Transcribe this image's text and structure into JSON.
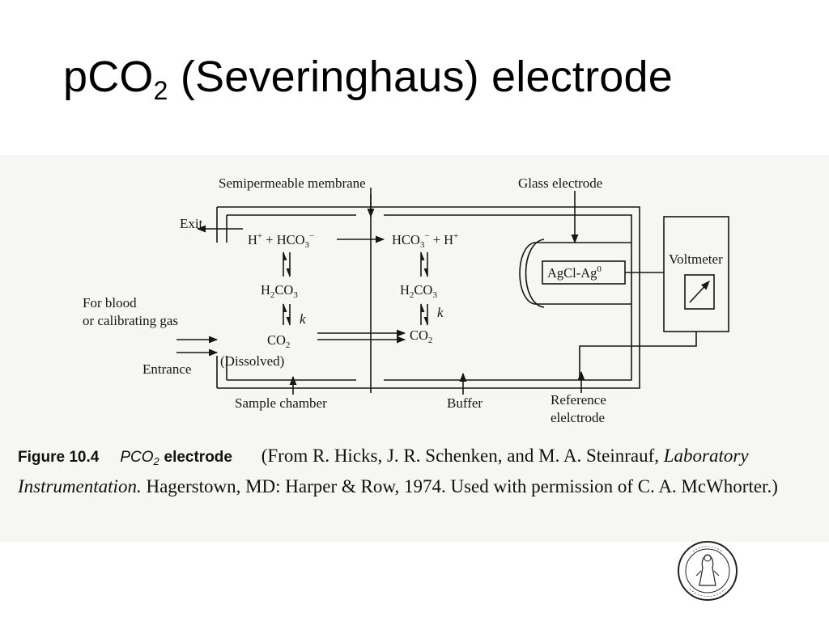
{
  "slide": {
    "title_main": "pCO",
    "title_sub": "2",
    "title_rest": " (Severinghaus) electrode"
  },
  "diagram": {
    "labels": {
      "semipermeable_membrane": "Semipermeable membrane",
      "glass_electrode": "Glass electrode",
      "exit": "Exit",
      "voltmeter": "Voltmeter",
      "agcl": "AgCl-Ag",
      "agcl_sup": "0",
      "for_blood": "For blood",
      "or_calibrating_gas": "or calibrating gas",
      "dissolved": "(Dissolved)",
      "entrance": "Entrance",
      "sample_chamber": "Sample chamber",
      "buffer": "Buffer",
      "reference": "Reference",
      "elelctrode": "elelctrode",
      "k1": "k",
      "k2": "k"
    },
    "chem": {
      "h": "H",
      "plus_sup": "+",
      "plus": " + ",
      "hco": "HCO",
      "hco_sub": "3",
      "hco_sup": "−",
      "h2": "H",
      "h2_sub": "2",
      "co3": "CO",
      "co3_sub": "3",
      "co": "CO",
      "co_sub": "2"
    }
  },
  "caption": {
    "figure_label": "Figure 10.4",
    "p": "P",
    "co": "CO",
    "co_sub": "2",
    "electrode": "electrode",
    "from": "(From R. Hicks, J. R. Schenken, and M. A. Steinrauf,",
    "book": "Laboratory Instrumentation.",
    "publisher": "Hagerstown, MD: Harper & Row, 1974.",
    "permission": "Used with permission of C. A. McWhorter.)"
  }
}
